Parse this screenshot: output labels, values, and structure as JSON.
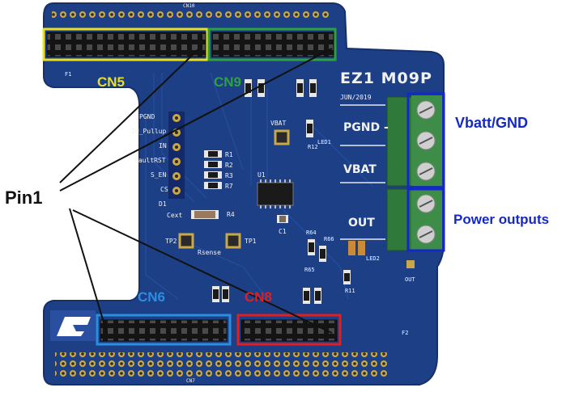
{
  "colors": {
    "pcb": "#1d3f86",
    "pcb_dark": "#15306a",
    "header": "#1a1a1a",
    "terminal_green": "#2f7a3a",
    "label_blue": "#1428c8",
    "cn5": "#e8e020",
    "cn9": "#2fa040",
    "cn6": "#2a8ee0",
    "cn8": "#e02020",
    "pin1_text": "#111111"
  },
  "annotations": {
    "cn5": "CN5",
    "cn9": "CN9",
    "cn6": "CN6",
    "cn8": "CN8",
    "pin1": "Pin1",
    "vbatt_gnd": "Vbatt/GND",
    "power_outputs": "Power outputs"
  },
  "board": {
    "title": "EZ1 M09P",
    "date": "JUN/2019",
    "terminal_pgnd": "PGND -",
    "terminal_vbat": "VBAT",
    "terminal_out": "OUT",
    "pin_labels": [
      "PGND",
      "IN_Pullup",
      "IN",
      "FaultRST",
      "S_EN",
      "CS"
    ],
    "cext": "Cext",
    "d1": "D1",
    "u1": "U1",
    "vbat_tp": "VBAT",
    "tp2": "TP2",
    "tp1": "TP1",
    "rsense": "Rsense",
    "c1": "C1",
    "r_labels": [
      "R1",
      "R2",
      "R3",
      "R7",
      "R4"
    ],
    "led1": "LED1",
    "led2": "LED2",
    "r12": "R12",
    "r64": "R64",
    "r65": "R65",
    "r66": "R66",
    "r11": "R11",
    "out_small": "OUT",
    "f1": "F1",
    "f2": "F2",
    "cn10": "CN10",
    "cn7": "CN7"
  }
}
